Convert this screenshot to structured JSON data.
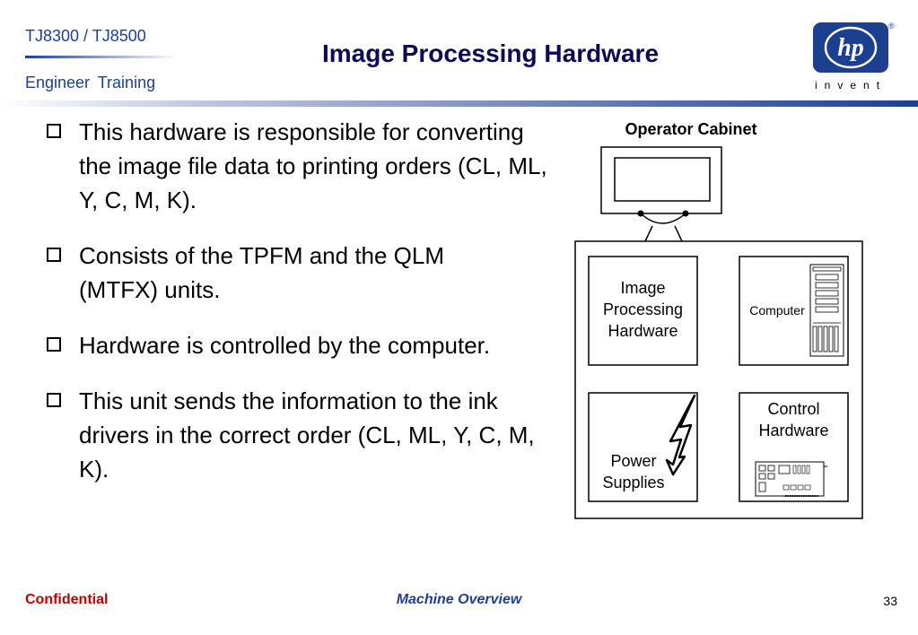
{
  "header": {
    "model": "TJ8300 / TJ8500",
    "subtitle": "Engineer  Training",
    "title": "Image Processing Hardware"
  },
  "logo": {
    "text": "hp",
    "tagline": "invent",
    "registered": "®",
    "brand_color": "#1d3f8f"
  },
  "bullets": [
    "This hardware is responsible for converting the image file data to printing orders (CL, ML, Y, C, M, K).",
    "Consists of the TPFM and the QLM (MTFX) units.",
    "Hardware is controlled by the computer.",
    "This unit sends the information to the ink drivers in the correct order (CL, ML, Y, C, M, K)."
  ],
  "diagram": {
    "cabinet_label": "Operator Cabinet",
    "image_processing": [
      "Image",
      "Processing",
      "Hardware"
    ],
    "computer": "Computer",
    "power": [
      "Power",
      "Supplies"
    ],
    "control": [
      "Control",
      "Hardware"
    ]
  },
  "footer": {
    "confidential": "Confidential",
    "section": "Machine Overview",
    "page": "33"
  },
  "colors": {
    "header_blue": "#1f3f8f",
    "title": "#0a0a55",
    "confidential": "#c00000"
  }
}
